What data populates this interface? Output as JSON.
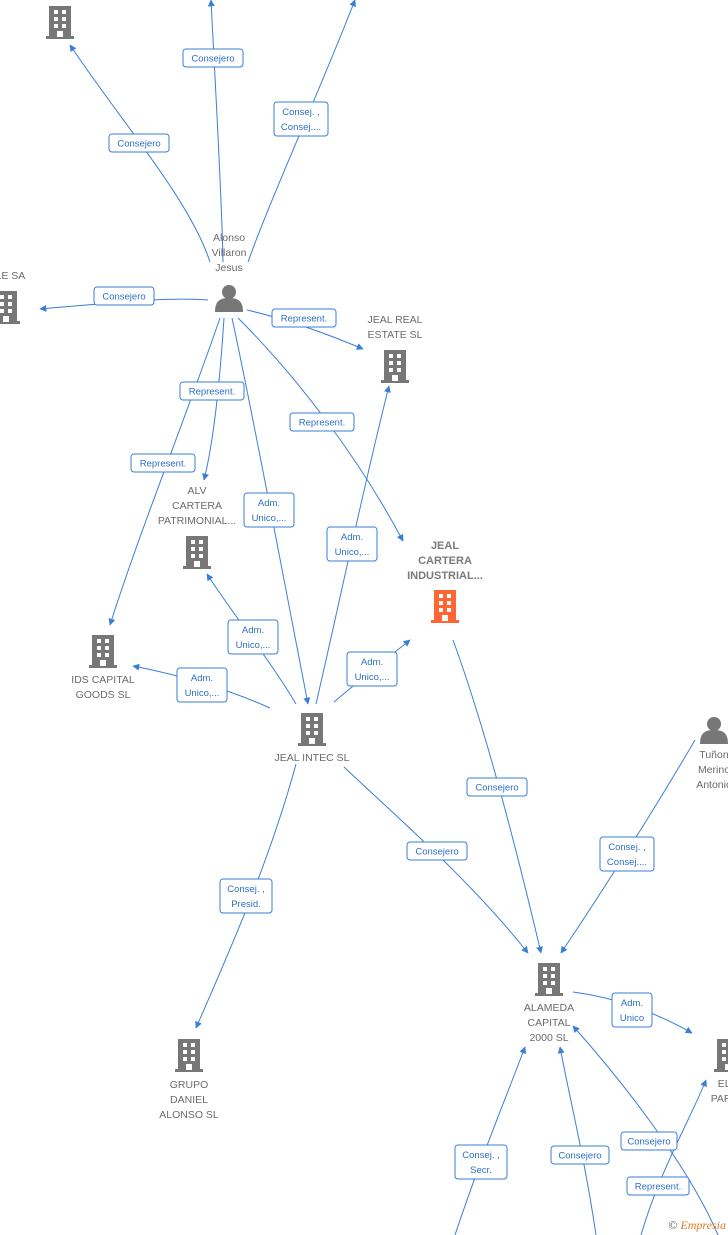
{
  "colors": {
    "edge": "#3a7fd6",
    "company": "#777777",
    "main_company": "#ff6633",
    "person": "#777777"
  },
  "nodes": [
    {
      "id": "top_left_company",
      "type": "company",
      "lines": []
    },
    {
      "id": "alonso",
      "type": "person",
      "lines": [
        "Alonso",
        "Villaron",
        "Jesus"
      ]
    },
    {
      "id": "ille_sa",
      "type": "company",
      "lines": [
        "ILLE SA"
      ]
    },
    {
      "id": "jeal_real_estate",
      "type": "company",
      "lines": [
        "JEAL REAL",
        "ESTATE  SL"
      ]
    },
    {
      "id": "alv_cartera",
      "type": "company",
      "lines": [
        "ALV",
        "CARTERA",
        "PATRIMONIAL..."
      ]
    },
    {
      "id": "jeal_cartera_industrial",
      "type": "main_company",
      "lines": [
        "JEAL",
        "CARTERA",
        "INDUSTRIAL..."
      ]
    },
    {
      "id": "ids_capital",
      "type": "company",
      "lines": [
        "IDS CAPITAL",
        "GOODS  SL"
      ]
    },
    {
      "id": "jeal_intec",
      "type": "company",
      "lines": [
        "JEAL INTEC  SL"
      ]
    },
    {
      "id": "tunon",
      "type": "person",
      "lines": [
        "Tuñon",
        "Merino",
        "Antonio"
      ]
    },
    {
      "id": "alameda",
      "type": "company",
      "lines": [
        "ALAMEDA",
        "CAPITAL",
        "2000  SL"
      ]
    },
    {
      "id": "grupo_daniel",
      "type": "company",
      "lines": [
        "GRUPO",
        "DANIEL",
        "ALONSO SL"
      ]
    },
    {
      "id": "elc_partn",
      "type": "company",
      "lines": [
        "ELC",
        "PARTN"
      ]
    }
  ],
  "edges": [
    {
      "label": [
        "Consejero"
      ]
    },
    {
      "label": [
        "Consejero"
      ]
    },
    {
      "label": [
        "Consej. ,",
        "Consej...."
      ]
    },
    {
      "label": [
        "Consejero"
      ]
    },
    {
      "label": [
        "Represent."
      ]
    },
    {
      "label": [
        "Represent."
      ]
    },
    {
      "label": [
        "Represent."
      ]
    },
    {
      "label": [
        "Represent."
      ]
    },
    {
      "label": [
        "Adm.",
        "Unico,..."
      ]
    },
    {
      "label": [
        "Adm.",
        "Unico,..."
      ]
    },
    {
      "label": [
        "Adm.",
        "Unico,..."
      ]
    },
    {
      "label": [
        "Adm.",
        "Unico,..."
      ]
    },
    {
      "label": [
        "Adm.",
        "Unico,..."
      ]
    },
    {
      "label": [
        "Consejero"
      ]
    },
    {
      "label": [
        "Consejero"
      ]
    },
    {
      "label": [
        "Consej. ,",
        "Presid."
      ]
    },
    {
      "label": [
        "Consej. ,",
        "Consej...."
      ]
    },
    {
      "label": [
        "Adm.",
        "Unico"
      ]
    },
    {
      "label": [
        "Consej. ,",
        "Secr."
      ]
    },
    {
      "label": [
        "Consejero"
      ]
    },
    {
      "label": [
        "Consejero"
      ]
    },
    {
      "label": [
        "Represent."
      ]
    }
  ],
  "credit": {
    "symbol": "©",
    "brand": "Empresia"
  }
}
